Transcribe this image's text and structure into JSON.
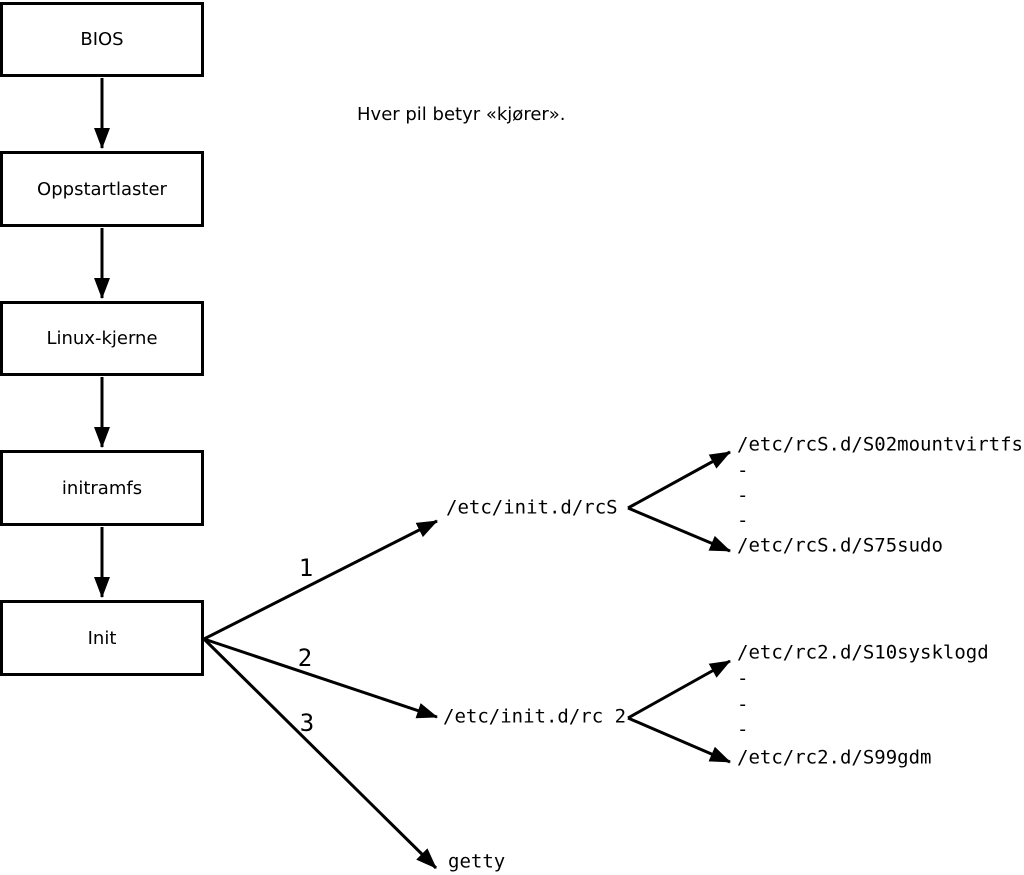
{
  "note": "Hver pil betyr «kjører».",
  "chain": [
    {
      "label": "BIOS"
    },
    {
      "label": "Oppstartlaster"
    },
    {
      "label": "Linux-kjerne"
    },
    {
      "label": "initramfs"
    },
    {
      "label": "Init"
    }
  ],
  "branches": [
    {
      "number": "1",
      "target": "/etc/init.d/rcS",
      "scripts": [
        "/etc/rcS.d/S02mountvirtfs",
        "-",
        "-",
        "-",
        "/etc/rcS.d/S75sudo"
      ]
    },
    {
      "number": "2",
      "target": "/etc/init.d/rc 2",
      "scripts": [
        "/etc/rc2.d/S10sysklogd",
        "-",
        "-",
        "-",
        "/etc/rc2.d/S99gdm"
      ]
    },
    {
      "number": "3",
      "target": "getty",
      "scripts": []
    }
  ],
  "colors": {
    "foreground": "#000000",
    "background": "#ffffff"
  }
}
